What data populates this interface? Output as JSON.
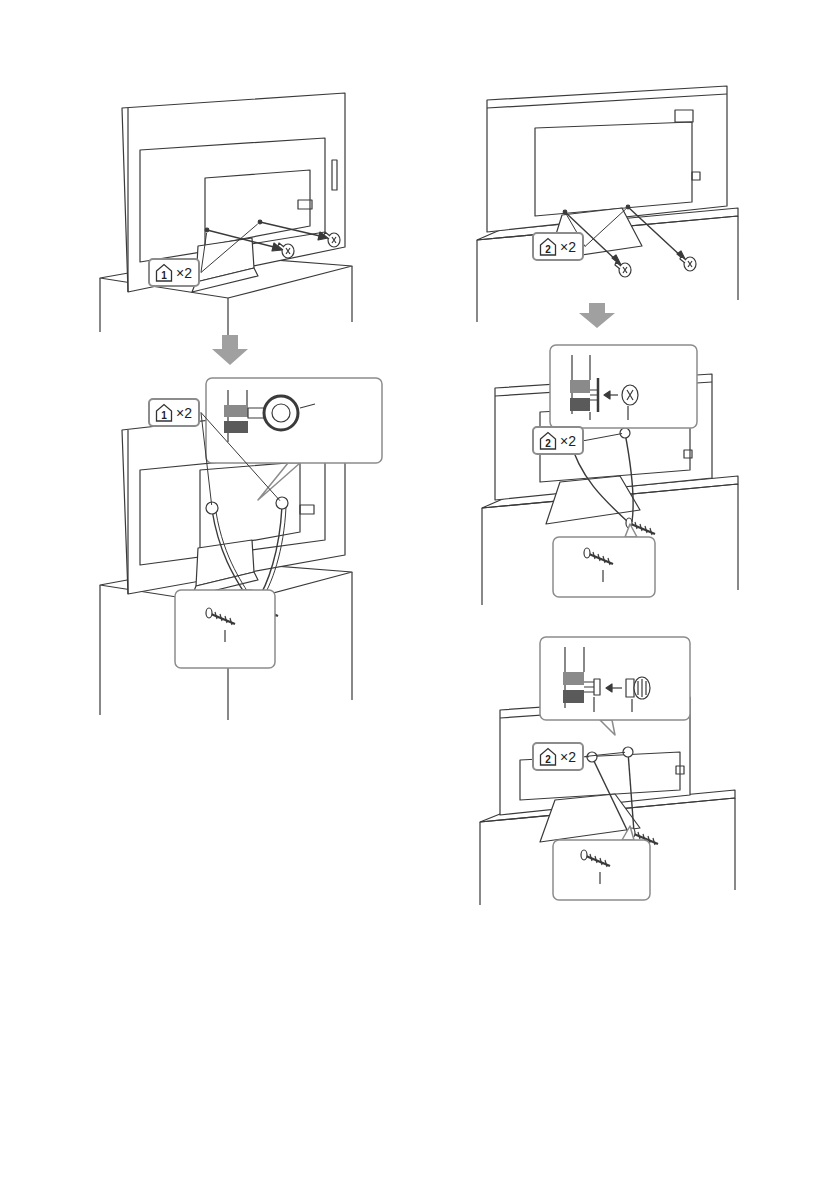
{
  "diagram": {
    "nodes": [
      {
        "text": [
          "1",
          "×2"
        ]
      },
      {
        "text": [
          "1",
          "×2"
        ]
      },
      {
        "text": [
          "2",
          "×2"
        ]
      },
      {
        "text": [
          "2",
          "×2"
        ]
      },
      {
        "text": [
          "2",
          "×2"
        ]
      }
    ]
  }
}
